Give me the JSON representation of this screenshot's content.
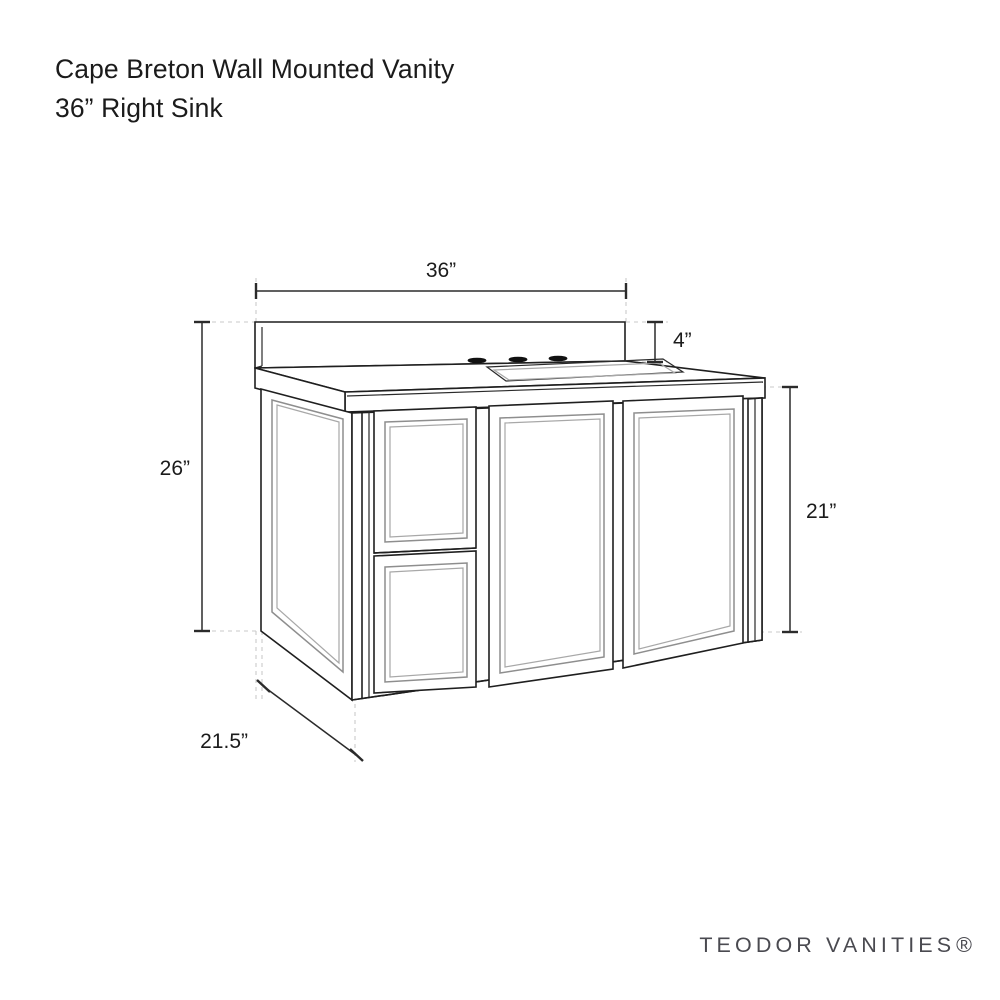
{
  "document": {
    "title_line_1": "Cape Breton Wall Mounted Vanity",
    "title_line_2": "36” Right Sink",
    "background_color": "#ffffff",
    "line_color": "#1f1f1f"
  },
  "brand": {
    "name": "TEODOR VANITIES",
    "mark": "®"
  },
  "product": {
    "name": "Cape Breton Wall Mounted Vanity",
    "configuration": "36” Right Sink",
    "view": "front-right isometric line drawing"
  },
  "dimensions": {
    "width": {
      "label": "36”",
      "value": 36,
      "unit": "in",
      "axis": "width",
      "placement": "top"
    },
    "backsplash_height": {
      "label": "4”",
      "value": 4,
      "unit": "in",
      "axis": "height",
      "placement": "upper-right"
    },
    "overall_height": {
      "label": "26”",
      "value": 26,
      "unit": "in",
      "axis": "height",
      "placement": "left"
    },
    "cabinet_height": {
      "label": "21”",
      "value": 21,
      "unit": "in",
      "axis": "height",
      "placement": "right"
    },
    "depth": {
      "label": "21.5”",
      "value": 21.5,
      "unit": "in",
      "axis": "depth",
      "placement": "lower-left"
    }
  },
  "components": {
    "backsplash": "4 inch backsplash",
    "countertop": "integrated countertop with rectangular sink basin",
    "faucet_holes": 3,
    "side_panel": "recessed shaker side panel",
    "drawers": 2,
    "doors": 2,
    "sink_position": "right"
  }
}
